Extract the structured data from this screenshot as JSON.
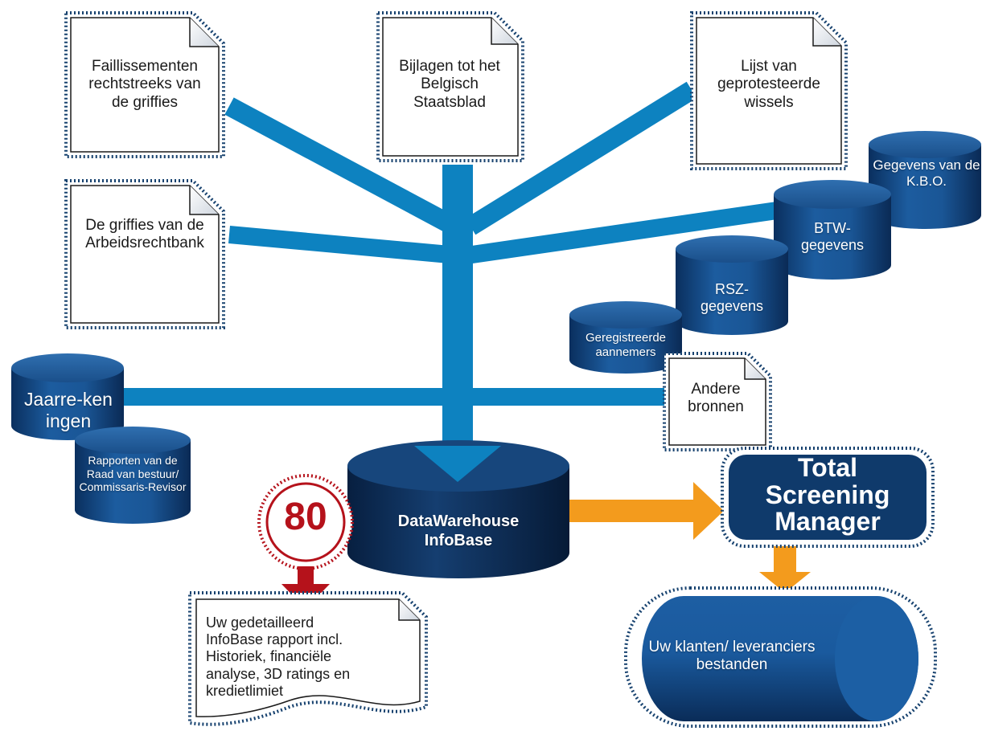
{
  "documents": {
    "faillissementen": "Faillissementen rechtstreeks van de griffies",
    "bijlagen": "Bijlagen tot het Belgisch Staatsblad",
    "lijst": "Lijst van geprotesteerde wissels",
    "griffies": "De griffies van de Arbeidsrechtbank",
    "andere": "Andere bronnen",
    "rapport": "Uw gedetailleerd InfoBase rapport incl. Historiek, financiële analyse, 3D ratings en kredietlimiet"
  },
  "databases": {
    "kbo": "Gegevens van de K.B.O.",
    "btw": "BTW-gegevens",
    "rsz": "RSZ-gegevens",
    "aannemers": "Geregistreerde aannemers",
    "jaarrekeningen": "Jaarre-keningen",
    "rapporten": "Rapporten van de Raad van bestuur/ Commissaris-Revisor"
  },
  "center": {
    "datawarehouse": "DataWarehouse InfoBase",
    "badge": "80"
  },
  "outputs": {
    "tsm": "Total Screening Manager",
    "klanten": "Uw klanten/ leveranciers bestanden"
  },
  "colors": {
    "pipe": "#0d82c0",
    "navy": "#0f3a6b",
    "orange": "#f39b1d",
    "red": "#b5121b"
  }
}
